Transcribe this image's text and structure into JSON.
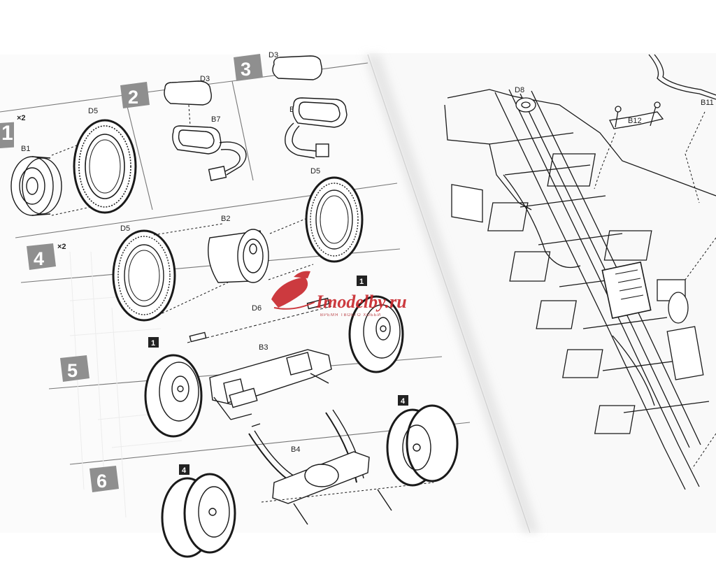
{
  "steps": [
    {
      "id": "step-1",
      "number": "1",
      "multiplier": "×2",
      "parts": [
        "B1",
        "D5"
      ]
    },
    {
      "id": "step-2",
      "number": "2",
      "parts": [
        "D3",
        "B7"
      ]
    },
    {
      "id": "step-3",
      "number": "3",
      "parts": [
        "D3",
        "B8",
        "D5"
      ]
    },
    {
      "id": "step-4",
      "number": "4",
      "multiplier": "×2",
      "parts": [
        "D5",
        "B2"
      ]
    },
    {
      "id": "step-5",
      "number": "5",
      "parts": [
        "D6",
        "B3"
      ],
      "refs": [
        "1",
        "1"
      ]
    },
    {
      "id": "step-6",
      "number": "6",
      "parts": [
        "B4"
      ],
      "refs": [
        "4",
        "4"
      ]
    }
  ],
  "right_page": {
    "parts": [
      "D8",
      "B12",
      "B11"
    ]
  },
  "watermark": {
    "name": "Imodelby.ru",
    "tagline": "ВРЕМЯ ТВОЕГО ХОББИ"
  },
  "colors": {
    "badge": "#8f8f8f",
    "paper": "#fafafa",
    "ink": "#1a1a1a",
    "accent": "#c8262b"
  }
}
